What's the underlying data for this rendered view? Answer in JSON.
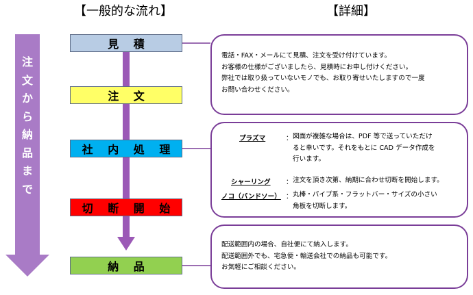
{
  "headings": {
    "flow": "【一般的な流れ】",
    "detail": "【詳細】"
  },
  "side_arrow": {
    "text": "注文から納品まで",
    "color": "#a97bc6"
  },
  "steps": [
    {
      "label": "見 積",
      "color": "#b8cce4"
    },
    {
      "label": "注 文",
      "color": "#ffff66"
    },
    {
      "label": "社 内 処 理",
      "color": "#00b0f0"
    },
    {
      "label": "切 断 開 始",
      "color": "#ff0000"
    },
    {
      "label": "納 品",
      "color": "#92d050"
    }
  ],
  "connector_color": "#9b59b6",
  "details": {
    "estimate": [
      "電話・FAX・メールにて見積、注文を受け付けています。",
      "お客様の仕様がございましたら、見積時にお申し付けください。",
      "弊社では取り扱っていないモノでも、お取り寄せいたしますので一度",
      "お問い合わせください。"
    ],
    "processing": [
      {
        "label": "プラズマ",
        "colon": "：",
        "lines": [
          "図面が複雑な場合は、PDF 等で送っていただけ",
          "ると幸いです。それをもとに CAD データ作成を",
          "行います。"
        ]
      },
      {
        "label": "シャーリング",
        "colon": "：",
        "lines": [
          "注文を頂き次第、納期に合わせ切断を開始します。"
        ]
      },
      {
        "label": "ノコ（バンドソー）",
        "colon": "：",
        "lines": [
          "丸棒・パイプ系・フラットバー・サイズの小さい",
          "角板を切断します。"
        ]
      }
    ],
    "delivery": [
      "配送範囲内の場合、自社便にて納入します。",
      "配送範囲外でも、宅急便・輸送会社での納品も可能です。",
      "お気軽にご相談ください。"
    ]
  }
}
